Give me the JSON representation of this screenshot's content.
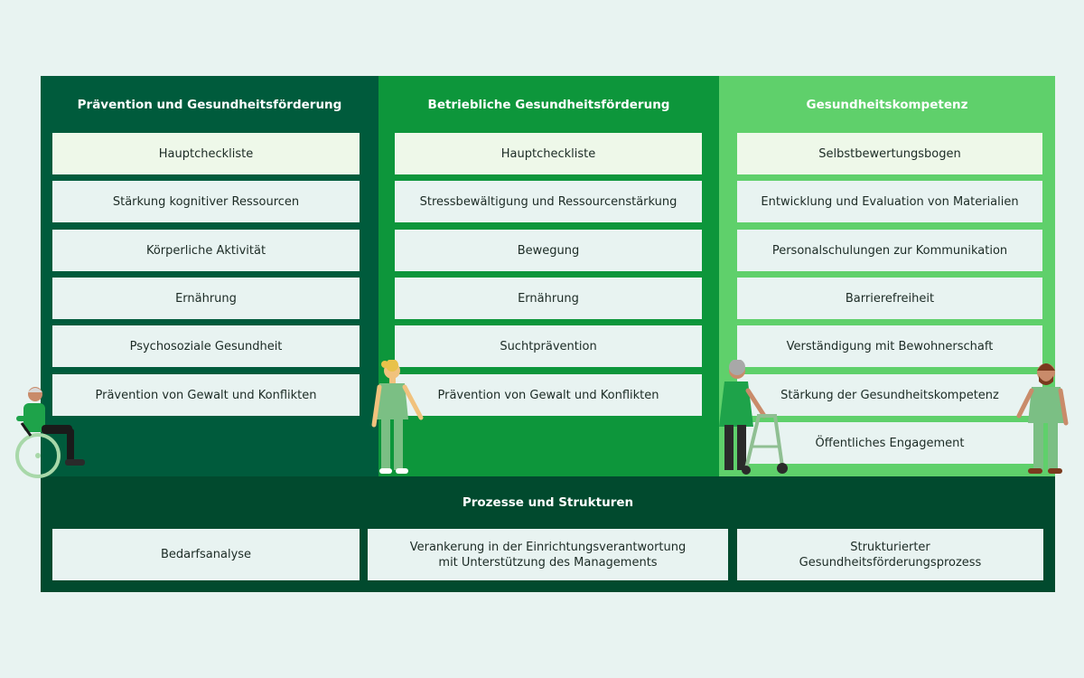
{
  "columns": [
    {
      "title": "Prävention und Gesundheitsförderung",
      "items": [
        "Hauptcheckliste",
        "Stärkung kognitiver Ressourcen",
        "Körperliche Aktivität",
        "Ernährung",
        "Psychosoziale Gesundheit",
        "Prävention von Gewalt und Konflikten"
      ]
    },
    {
      "title": "Betriebliche Gesundheitsförderung",
      "items": [
        "Hauptcheckliste",
        "Stressbewältigung und Ressourcenstärkung",
        "Bewegung",
        "Ernährung",
        "Suchtprävention",
        "Prävention von Gewalt und Konflikten"
      ]
    },
    {
      "title": "Gesundheitskompetenz",
      "items": [
        "Selbstbewertungsbogen",
        "Entwicklung und Evaluation von Materialien",
        "Personalschulungen zur Kommunikation",
        "Barrierefreiheit",
        "Verständigung mit Bewohnerschaft",
        "Stärkung der Gesundheitskompetenz",
        "Öffentliches Engagement"
      ]
    }
  ],
  "foundation": {
    "title": "Prozesse und Strukturen",
    "items": [
      "Bedarfsanalyse",
      "Verankerung in der Einrichtungsverantwortung\nmit Unterstützung des Managements",
      "Strukturierter\nGesundheitsförderungsprozess"
    ]
  },
  "colors": {
    "col1": "#005b3c",
    "col2": "#0d963b",
    "col3": "#5fd06b",
    "foundation": "#014a2e",
    "box": "#e8f3f1"
  }
}
